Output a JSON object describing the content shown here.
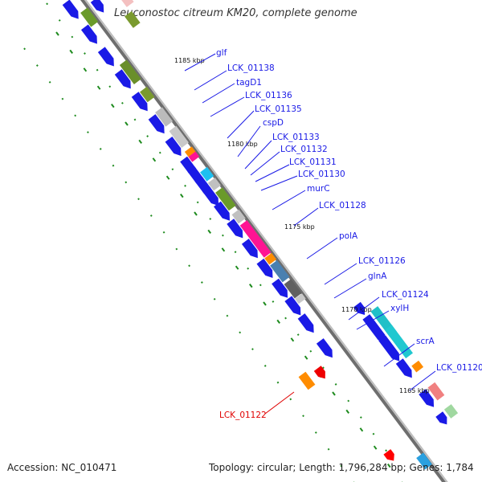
{
  "title": "Leuconostoc citreum KM20, complete genome",
  "accession_text": "Accession: NC_010471",
  "summary_text": "Topology: circular; Length: 1,796,284 bp; Genes: 1,784",
  "colors": {
    "cds": "#1a1ae6",
    "backbone": "#777777",
    "label": "#1a1ae6",
    "highlight_label": "#e00000",
    "gc_dots": "#228b22"
  },
  "ticks": [
    {
      "id": "t1185",
      "label": "1185 kbp"
    },
    {
      "id": "t1180",
      "label": "1180 kbp"
    },
    {
      "id": "t1175",
      "label": "1175 kbp"
    },
    {
      "id": "t1170",
      "label": "1170 kbp"
    },
    {
      "id": "t1165",
      "label": "1165 kbp"
    }
  ],
  "gene_labels": [
    {
      "id": "glf",
      "text": "glf"
    },
    {
      "id": "lck01138",
      "text": "LCK_01138"
    },
    {
      "id": "tagd1",
      "text": "tagD1"
    },
    {
      "id": "lck01136",
      "text": "LCK_01136"
    },
    {
      "id": "lck01135",
      "text": "LCK_01135"
    },
    {
      "id": "cspd",
      "text": "cspD"
    },
    {
      "id": "lck01133",
      "text": "LCK_01133"
    },
    {
      "id": "lck01132",
      "text": "LCK_01132"
    },
    {
      "id": "lck01131",
      "text": "LCK_01131"
    },
    {
      "id": "lck01130",
      "text": "LCK_01130"
    },
    {
      "id": "murc",
      "text": "murC"
    },
    {
      "id": "lck01128",
      "text": "LCK_01128"
    },
    {
      "id": "pola",
      "text": "polA"
    },
    {
      "id": "lck01126",
      "text": "LCK_01126"
    },
    {
      "id": "glna",
      "text": "glnA"
    },
    {
      "id": "lck01124",
      "text": "LCK_01124"
    },
    {
      "id": "xylh",
      "text": "xylH"
    },
    {
      "id": "scra",
      "text": "scrA"
    },
    {
      "id": "lck01120",
      "text": "LCK_01120"
    },
    {
      "id": "lck01122",
      "text": "LCK_01122"
    }
  ]
}
